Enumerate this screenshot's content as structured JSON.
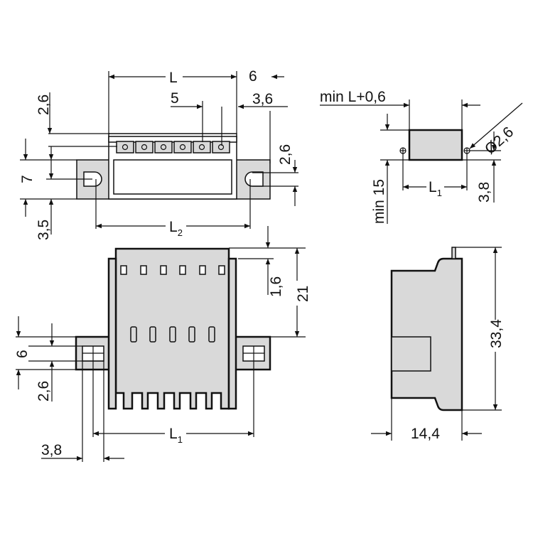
{
  "drawing": {
    "top_view": {
      "L": "L",
      "pitch": "5",
      "right_offset": "6",
      "pin_offset": "3,6",
      "top_height": "2,6",
      "right_height": "2,6",
      "flange_height": "7",
      "bottom_offset": "3,5",
      "L2": "L",
      "L2_sub": "2"
    },
    "front_view": {
      "top_gap": "1,6",
      "height": "21",
      "flange_height": "6",
      "slot_offset": "2,6",
      "L1": "L",
      "L1_sub": "1",
      "hole_offset": "3,8"
    },
    "cutout_view": {
      "width": "min L+0,6",
      "hole_dia": "Ø2,6",
      "clearance": "min 15",
      "L1": "L",
      "L1_sub": "1",
      "hole_offset": "3,8"
    },
    "side_view": {
      "height": "33,4",
      "depth": "14,4"
    },
    "colors": {
      "fill": "#d9d9d9",
      "line": "#111111"
    }
  }
}
